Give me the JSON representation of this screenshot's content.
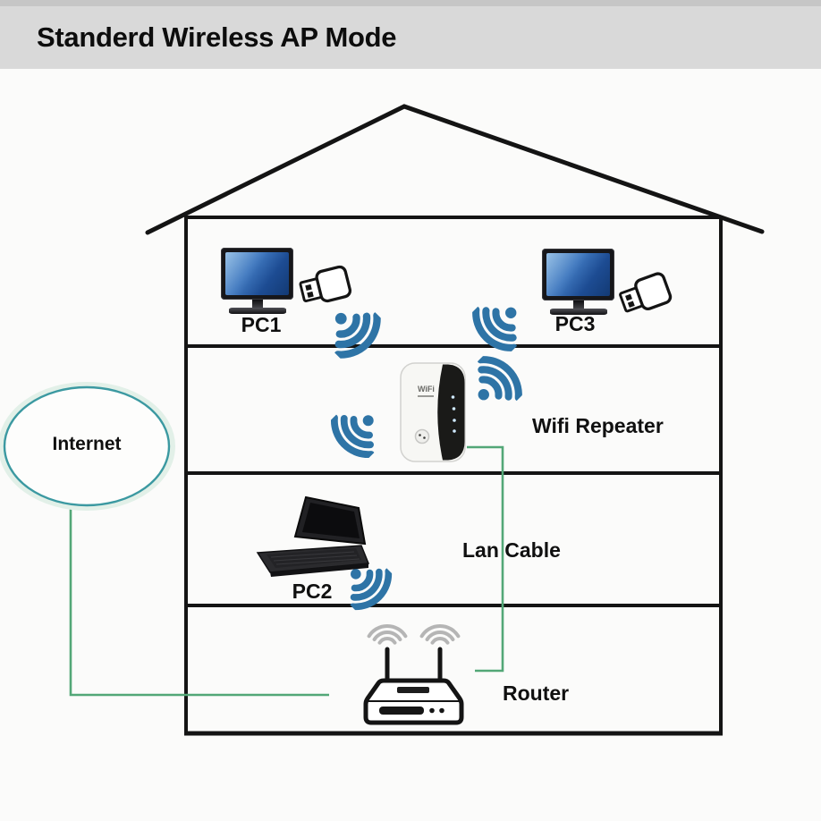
{
  "title": "Standerd Wireless AP Mode",
  "internet": {
    "label": "Internet"
  },
  "devices": {
    "pc1": {
      "label": "PC1",
      "type": "desktop-pc-with-usb-wifi-adapter"
    },
    "pc3": {
      "label": "PC3",
      "type": "desktop-pc-with-usb-wifi-adapter"
    },
    "pc2": {
      "label": "PC2",
      "type": "laptop"
    },
    "repeater": {
      "label": "Wifi Repeater",
      "logo": "WiFi"
    },
    "router": {
      "label": "Router"
    },
    "lan_cable": {
      "label": "Lan Cable"
    }
  },
  "icons": {
    "wifi_signal": "dot with three radiating arcs",
    "usb_adapter": "outlined usb wifi dongle",
    "router_arcs": "gray signal arcs above antennas"
  },
  "colors": {
    "title_bar": "#d9d9d9",
    "wifi_blue": "#2e74a6",
    "cable_green": "#53a777",
    "internet_teal": "#3b99a1",
    "house_line": "#141414",
    "screen_blue": "#2f66ad",
    "router_arc_gray": "#b5b5b5"
  }
}
